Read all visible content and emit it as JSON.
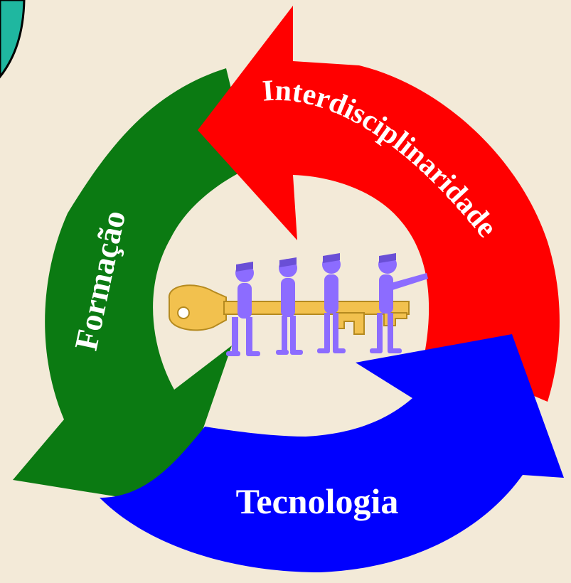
{
  "diagram": {
    "segments": [
      {
        "label": "Formação",
        "color": "#0b7a12"
      },
      {
        "label": "Interdisciplinaridade",
        "color": "#ff0000"
      },
      {
        "label": "Tecnologia",
        "color": "#0000ff"
      }
    ],
    "center_image": {
      "description_icon": "people-carrying-key-icon",
      "figure_color": "#8c6cff",
      "key_color": "#f2c14e"
    },
    "corner_shape_color": "#1fb7a0"
  }
}
